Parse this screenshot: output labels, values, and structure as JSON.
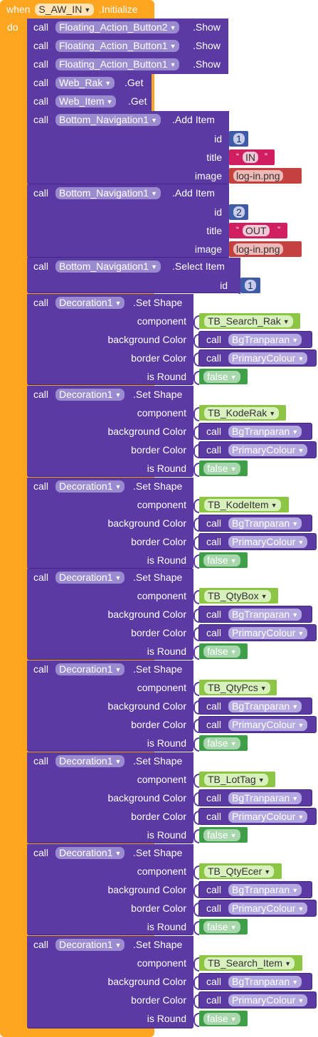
{
  "event": {
    "when": "when",
    "component": "S_AW_IN",
    "method": ".Initialize",
    "do": "do"
  },
  "labels": {
    "call": "call",
    "id": "id",
    "title": "title",
    "image": "image",
    "component": "component",
    "background_color": "background Color",
    "border_color": "border Color",
    "is_round": "is Round",
    "quote_open": "“",
    "quote_close": "”"
  },
  "show_calls": [
    {
      "component": "Floating_Action_Button2",
      "method": ".Show"
    },
    {
      "component": "Floating_Action_Button1",
      "method": ".Show"
    },
    {
      "component": "Floating_Action_Button1",
      "method": ".Show"
    }
  ],
  "get_calls": [
    {
      "component": "Web_Rak",
      "method": ".Get"
    },
    {
      "component": "Web_Item",
      "method": ".Get"
    }
  ],
  "add_items": [
    {
      "component": "Bottom_Navigation1",
      "method": ".Add Item",
      "id": "1",
      "title": "IN",
      "image": "log-in.png"
    },
    {
      "component": "Bottom_Navigation1",
      "method": ".Add Item",
      "id": "2",
      "title": "OUT",
      "image": "log-in.png"
    }
  ],
  "select_item": {
    "component": "Bottom_Navigation1",
    "method": ".Select Item",
    "id": "1"
  },
  "set_shapes": [
    {
      "component": "Decoration1",
      "method": ".Set Shape",
      "target": "TB_Search_Rak",
      "bg": "BgTranparan",
      "border": "PrimaryColour",
      "round": "false"
    },
    {
      "component": "Decoration1",
      "method": ".Set Shape",
      "target": "TB_KodeRak",
      "bg": "BgTranparan",
      "border": "PrimaryColour",
      "round": "false"
    },
    {
      "component": "Decoration1",
      "method": ".Set Shape",
      "target": "TB_KodeItem",
      "bg": "BgTranparan",
      "border": "PrimaryColour",
      "round": "false"
    },
    {
      "component": "Decoration1",
      "method": ".Set Shape",
      "target": "TB_QtyBox",
      "bg": "BgTranparan",
      "border": "PrimaryColour",
      "round": "false"
    },
    {
      "component": "Decoration1",
      "method": ".Set Shape",
      "target": "TB_QtyPcs",
      "bg": "BgTranparan",
      "border": "PrimaryColour",
      "round": "false"
    },
    {
      "component": "Decoration1",
      "method": ".Set Shape",
      "target": "TB_LotTag",
      "bg": "BgTranparan",
      "border": "PrimaryColour",
      "round": "false"
    },
    {
      "component": "Decoration1",
      "method": ".Set Shape",
      "target": "TB_QtyEcer",
      "bg": "BgTranparan",
      "border": "PrimaryColour",
      "round": "false"
    },
    {
      "component": "Decoration1",
      "method": ".Set Shape",
      "target": "TB_Search_Item",
      "bg": "BgTranparan",
      "border": "PrimaryColour",
      "round": "false"
    }
  ],
  "colors": {
    "event": "#ffa520",
    "component_block": "#5b3aa3",
    "number": "#3f5ba8",
    "text": "#d11e61",
    "image": "#c5413f",
    "component_value": "#8dc645",
    "boolean": "#3f9f48"
  }
}
